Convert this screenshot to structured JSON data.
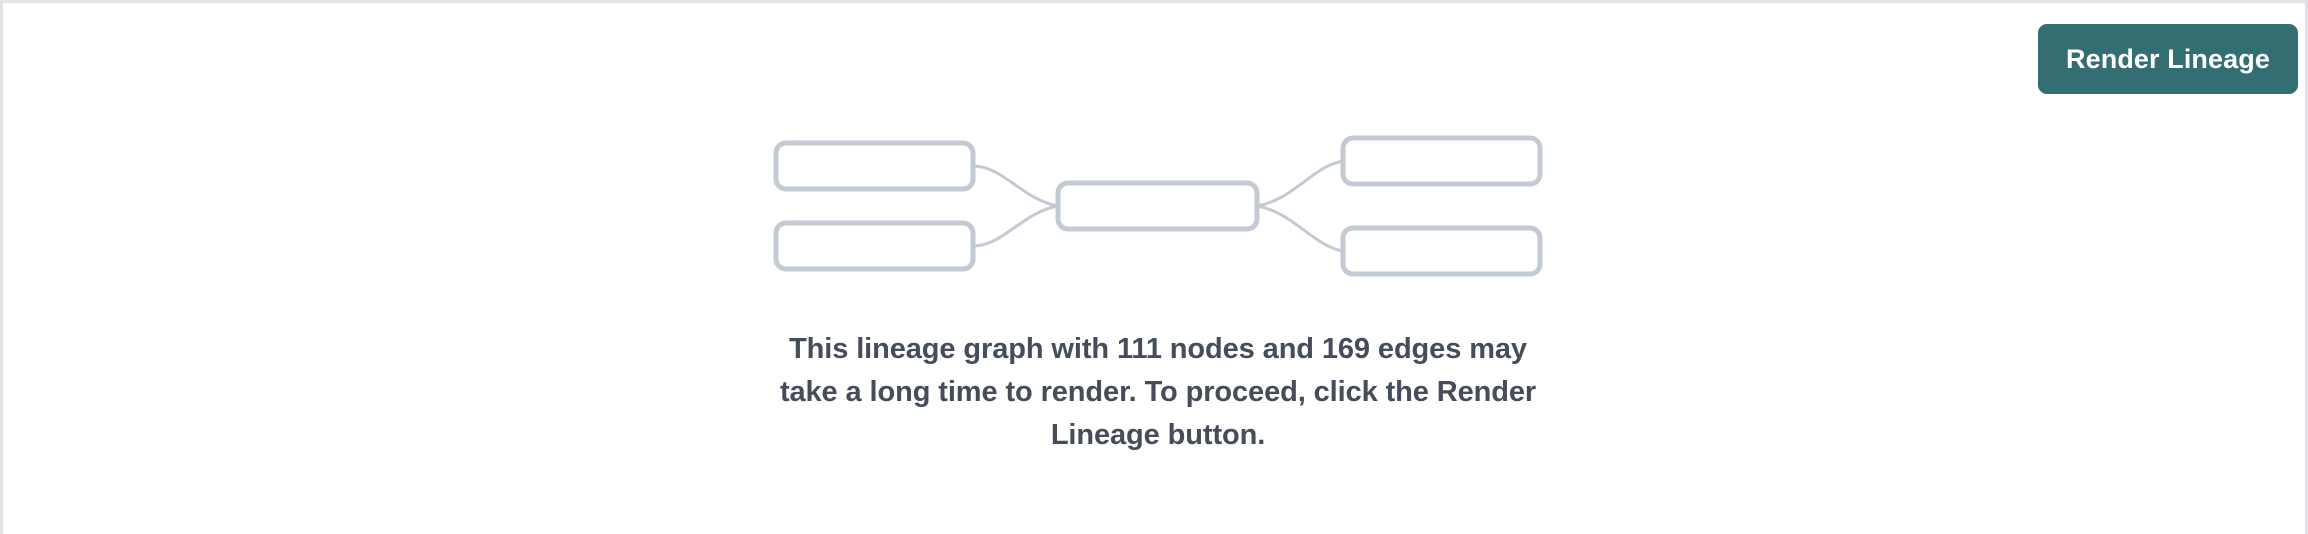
{
  "panel": {
    "background_color": "#ffffff",
    "border_color": "#e3e5e9"
  },
  "toolbar": {
    "render_button_label": "Render Lineage",
    "render_button_color": "#336e72",
    "render_button_text_color": "#ffffff"
  },
  "graph_placeholder": {
    "node_border_color": "#c3cad3",
    "node_fill_color": "#ffffff",
    "edge_color": "#c3cad3",
    "nodes": [
      {
        "id": "upstream-1",
        "label": "",
        "column": "left",
        "row": 1
      },
      {
        "id": "upstream-2",
        "label": "",
        "column": "left",
        "row": 2
      },
      {
        "id": "focus",
        "label": "",
        "column": "center",
        "row": 1
      },
      {
        "id": "downstream-1",
        "label": "",
        "column": "right",
        "row": 1
      },
      {
        "id": "downstream-2",
        "label": "",
        "column": "right",
        "row": 2
      }
    ],
    "edges": [
      {
        "from": "upstream-1",
        "to": "focus"
      },
      {
        "from": "upstream-2",
        "to": "focus"
      },
      {
        "from": "focus",
        "to": "downstream-1"
      },
      {
        "from": "focus",
        "to": "downstream-2"
      }
    ]
  },
  "message": {
    "text": "This lineage graph with 111 nodes and 169 edges may take a long time to render. To proceed, click the Render Lineage button.",
    "node_count": 111,
    "edge_count": 169,
    "text_color": "#454c5c"
  }
}
